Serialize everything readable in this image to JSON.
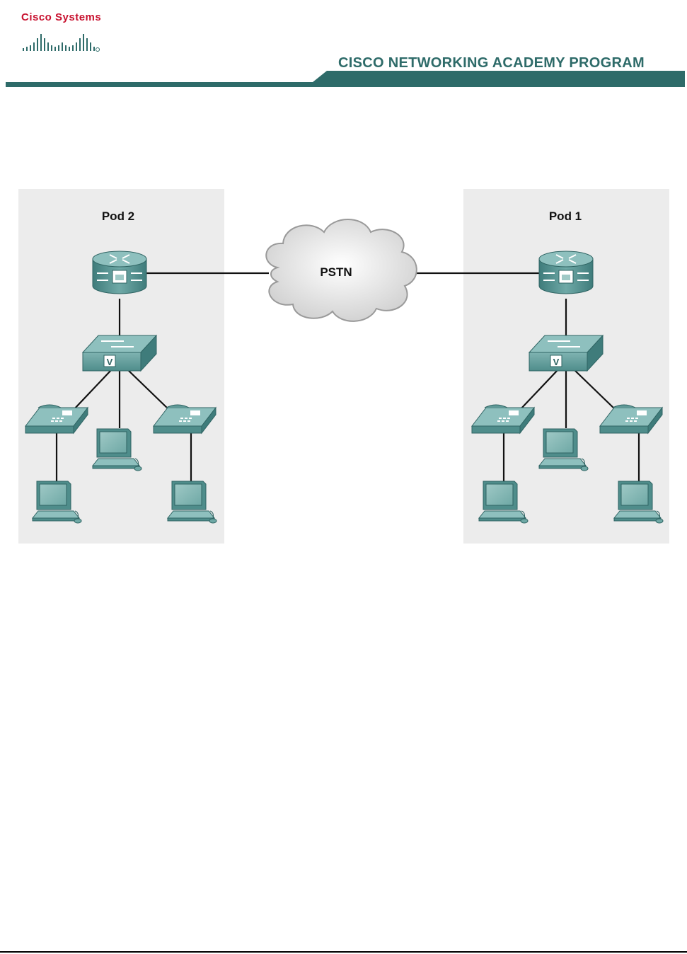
{
  "header": {
    "logo_text": "Cisco Systems",
    "program_title": "CISCO NETWORKING ACADEMY PROGRAM",
    "accent_color": "#2e6b69",
    "logo_color": "#c8102e"
  },
  "diagram": {
    "cloud_label": "PSTN",
    "pods": [
      {
        "label": "Pod 2"
      },
      {
        "label": "Pod 1"
      }
    ],
    "switch_badge": "V",
    "icons": [
      "router-icon",
      "voice-switch-icon",
      "ip-phone-icon",
      "workstation-icon",
      "cloud-icon"
    ]
  }
}
